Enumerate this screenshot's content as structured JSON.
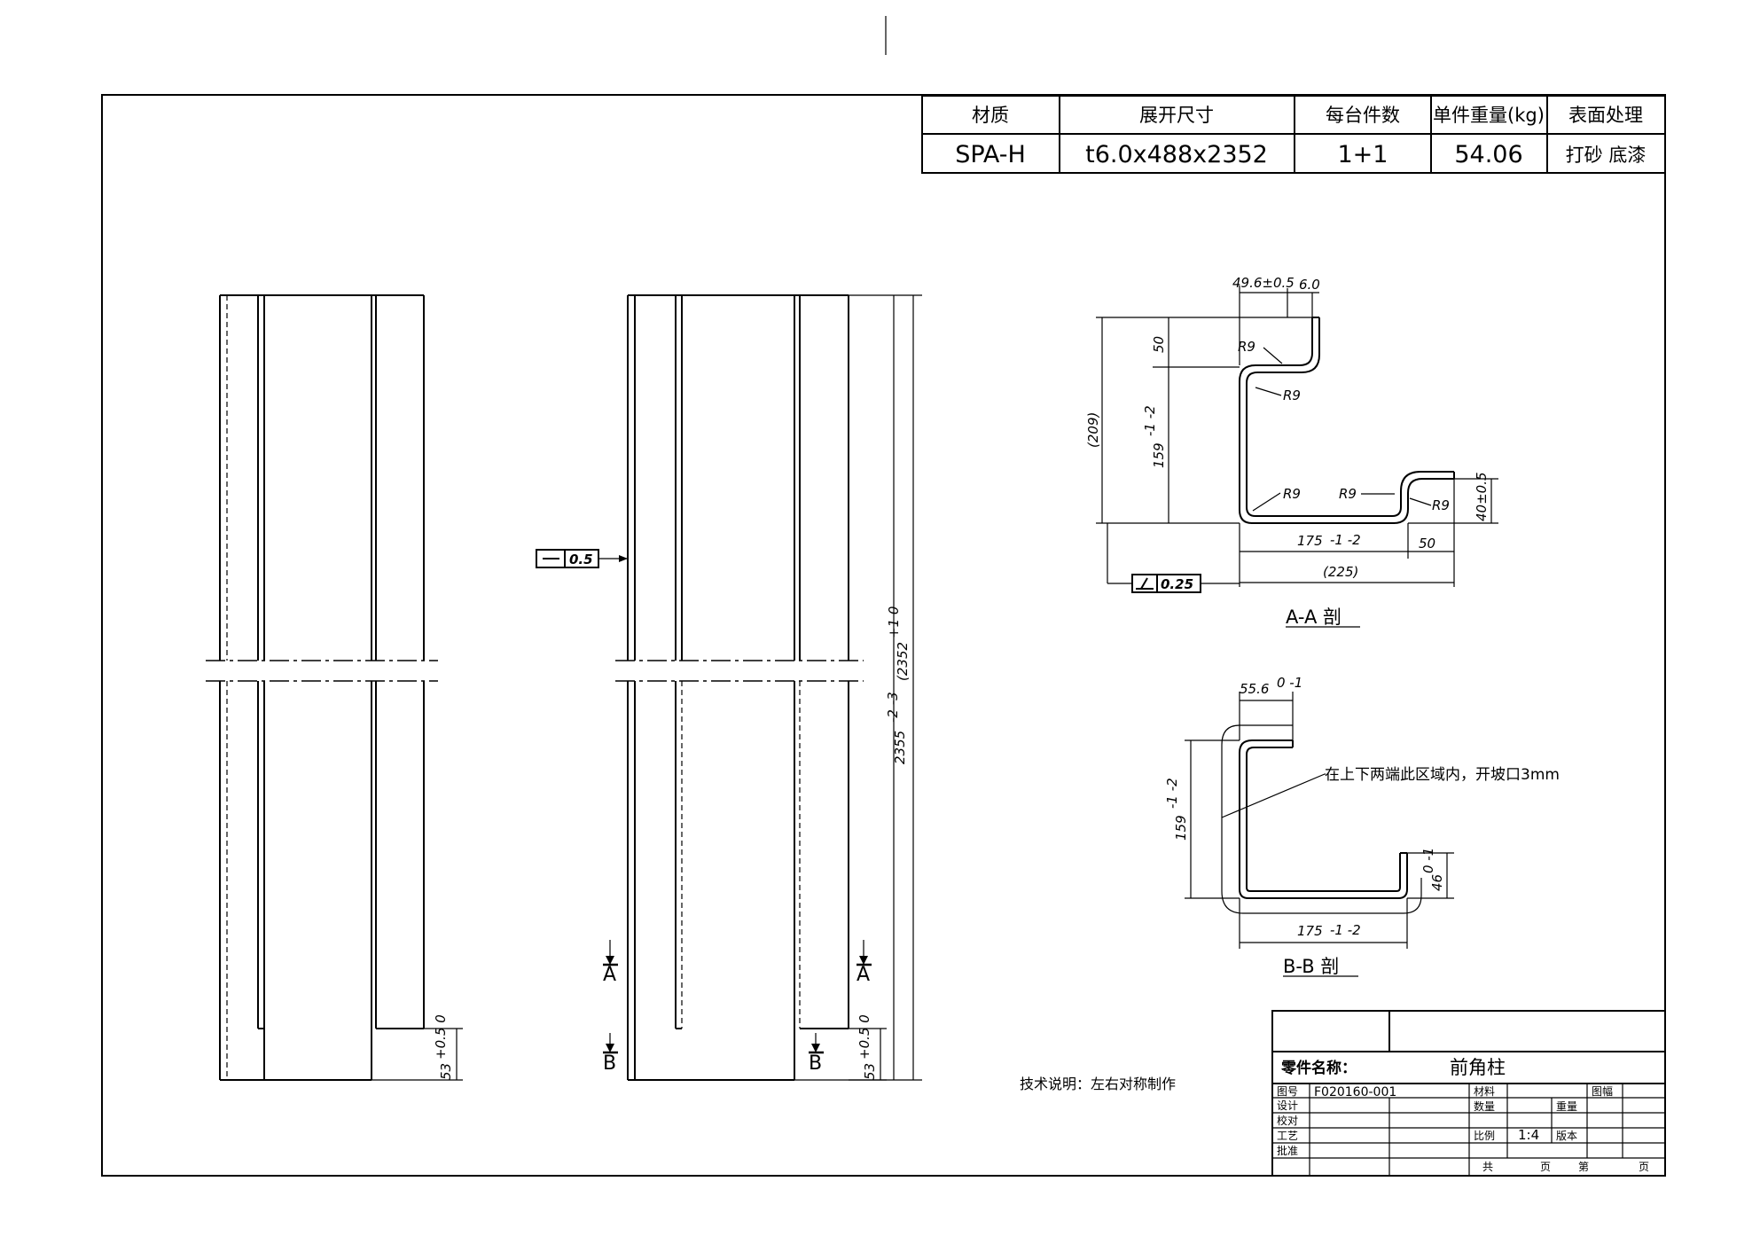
{
  "spec_table": {
    "headers": [
      "材质",
      "展开尺寸",
      "每台件数",
      "单件重量(kg)",
      "表面处理"
    ],
    "values": [
      "SPA-H",
      "t6.0x488x2352",
      "1+1",
      "54.06",
      "打砂 底漆"
    ]
  },
  "views": {
    "tolerance_flatness": "0.5",
    "height_dim": "2355",
    "height_tol": "-2 -3",
    "overall_dim": "(2352",
    "overall_tol": "+1 0",
    "bottom_offset": "53",
    "bottom_tol": "+0.5 0",
    "marker_a": "A",
    "marker_b": "B"
  },
  "section_aa": {
    "title": "A-A 剖",
    "dims": {
      "top_flange": "49.6±0.5",
      "thickness": "6.0",
      "flange_h": "50",
      "web_h": "159",
      "web_h_tol": "-1 -2",
      "overall_h": "(209)",
      "bottom_w": "175",
      "bottom_w_tol": "-1 -2",
      "lip_w": "50",
      "overall_w": "(225)",
      "lip_h": "40±0.5",
      "radius": "R9",
      "perp_tol": "0.25"
    }
  },
  "section_bb": {
    "title": "B-B 剖",
    "dims": {
      "top_flange": "55.6",
      "top_flange_tol": "0 -1",
      "web_h": "159",
      "web_h_tol": "-1 -2",
      "bottom_w": "175",
      "bottom_w_tol": "-1 -2",
      "lip_h": "46",
      "lip_h_tol": "0 -1"
    },
    "note": "在上下两端此区域内，开坡口3mm"
  },
  "tech_note": "技术说明：左右对称制作",
  "title_block": {
    "part_name_label": "零件名称：",
    "part_name": "前角柱",
    "drawing_no_label": "图号",
    "drawing_no": "F020160-001",
    "material_label": "材料",
    "drawing_format_label": "图幅",
    "design_label": "设计",
    "check_label": "校对",
    "process_label": "工艺",
    "approve_label": "批准",
    "quantity_label": "数量",
    "weight_label": "重量",
    "scale_label": "比例",
    "scale": "1:4",
    "version_label": "版本",
    "total_label": "共",
    "page_label": "页",
    "sheet_label": "第",
    "page_label2": "页"
  }
}
